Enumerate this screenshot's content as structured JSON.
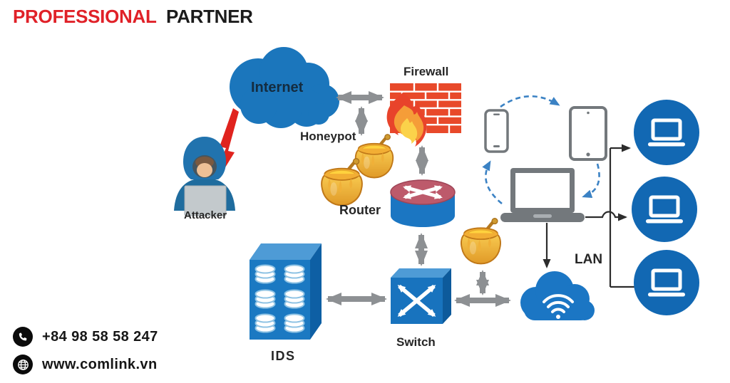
{
  "header": {
    "brand_red": "PROFESSIONAL",
    "brand_black": "PARTNER"
  },
  "diagram": {
    "labels": {
      "internet": "Internet",
      "attacker": "Attacker",
      "firewall": "Firewall",
      "honeypot": "Honeypot",
      "router": "Router",
      "switch": "Switch",
      "ids": "IDS",
      "lan": "LAN"
    },
    "icons": {
      "internet_cloud": "cloud shape",
      "attacker": "hooded-person-with-laptop",
      "lightning": "red zigzag bolt",
      "firewall": "brick wall with flame",
      "honeypot": "honey pot with dipper",
      "router": "cylinder with crossed arrows",
      "switch": "3d box with crossed arrows",
      "ids": "3d server box with disk stacks",
      "wifi_cloud": "cloud with wifi waves",
      "lan_node": "laptop in blue circle",
      "devices": [
        "smartphone",
        "tablet",
        "laptop"
      ]
    },
    "colors": {
      "cloud_blue": "#1b76bc",
      "node_blue": "#1268b3",
      "firewall_red": "#e8492a",
      "flame_orange": "#f59d38",
      "honey_gold": "#f2ae34",
      "arrow_gray": "#8d9093",
      "device_gray": "#73787c",
      "dashed_blue": "#3b82c4",
      "router_top_pink": "#bd5a6b",
      "brand_red": "#e02128"
    }
  },
  "contact": {
    "phone": "+84 98 58 58 247",
    "website": "www.comlink.vn",
    "phone_icon": "phone-icon",
    "globe_icon": "globe-icon"
  }
}
